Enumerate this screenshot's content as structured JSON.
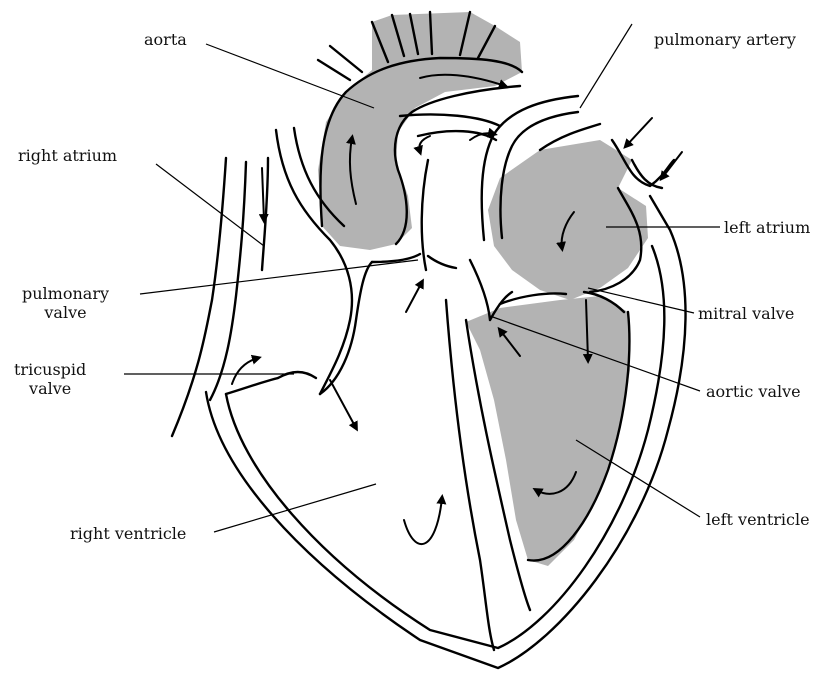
{
  "labels": {
    "aorta": "aorta",
    "pulmonary_artery": "pulmonary artery",
    "right_atrium": "right atrium",
    "left_atrium": "left atrium",
    "pulmonary_valve": [
      "pulmonary",
      "valve"
    ],
    "mitral_valve": "mitral valve",
    "tricuspid_valve": [
      "tricuspid",
      "valve"
    ],
    "aortic_valve": "aortic valve",
    "right_ventricle": "right ventricle",
    "left_ventricle": "left ventricle"
  },
  "colors": {
    "oxygenated_fill": "#b3b3b3",
    "deoxygenated_fill": "#ffffff",
    "outline": "#000000"
  }
}
